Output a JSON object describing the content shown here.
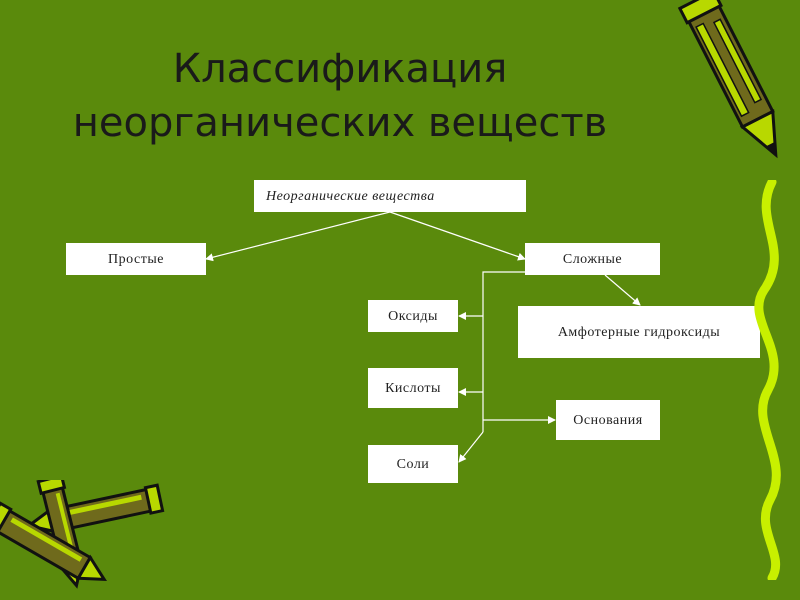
{
  "title": {
    "line1": "Классификация",
    "line2": "неорганических веществ"
  },
  "diagram": {
    "root": "Неорганические вещества",
    "simple": "Простые",
    "complex": "Сложные",
    "oxides": "Оксиды",
    "acids": "Кислоты",
    "salts": "Соли",
    "amphoteric": "Амфотерные гидроксиды",
    "bases": "Основания"
  },
  "colors": {
    "background": "#5a8a0c",
    "node_fill": "#ffffff",
    "connector": "#ffffff",
    "decoration": "#c8f000"
  }
}
